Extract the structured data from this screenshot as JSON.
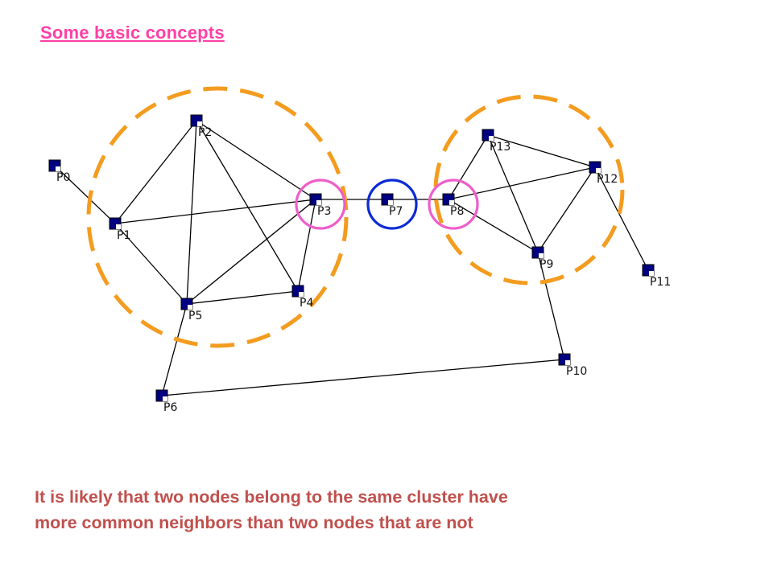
{
  "title": "Some basic concepts",
  "caption": {
    "line1": "It is likely that two nodes belong to the same cluster have",
    "line2": "more common neighbors than two nodes that are not"
  },
  "colors": {
    "title": "#ff3fa6",
    "caption": "#c0504d",
    "cluster_circle": "#f39c1f",
    "pink_highlight": "#ee5ec9",
    "blue_highlight": "#0c2bd4",
    "node_fill": "#000080",
    "edge": "#000000"
  },
  "nodes": [
    {
      "id": "P0",
      "label": "P0"
    },
    {
      "id": "P1",
      "label": "P1"
    },
    {
      "id": "P2",
      "label": "P2"
    },
    {
      "id": "P3",
      "label": "P3"
    },
    {
      "id": "P4",
      "label": "P4"
    },
    {
      "id": "P5",
      "label": "P5"
    },
    {
      "id": "P6",
      "label": "P6"
    },
    {
      "id": "P7",
      "label": "P7"
    },
    {
      "id": "P8",
      "label": "P8"
    },
    {
      "id": "P9",
      "label": "P9"
    },
    {
      "id": "P10",
      "label": "P10"
    },
    {
      "id": "P11",
      "label": "P11"
    },
    {
      "id": "P12",
      "label": "P12"
    },
    {
      "id": "P13",
      "label": "P13"
    }
  ],
  "edges": [
    [
      "P0",
      "P1"
    ],
    [
      "P1",
      "P2"
    ],
    [
      "P1",
      "P3"
    ],
    [
      "P1",
      "P5"
    ],
    [
      "P2",
      "P3"
    ],
    [
      "P2",
      "P4"
    ],
    [
      "P2",
      "P5"
    ],
    [
      "P3",
      "P4"
    ],
    [
      "P3",
      "P5"
    ],
    [
      "P3",
      "P7"
    ],
    [
      "P4",
      "P5"
    ],
    [
      "P5",
      "P6"
    ],
    [
      "P6",
      "P10"
    ],
    [
      "P7",
      "P8"
    ],
    [
      "P8",
      "P13"
    ],
    [
      "P8",
      "P12"
    ],
    [
      "P8",
      "P9"
    ],
    [
      "P13",
      "P12"
    ],
    [
      "P13",
      "P9"
    ],
    [
      "P12",
      "P9"
    ],
    [
      "P12",
      "P11"
    ],
    [
      "P9",
      "P10"
    ]
  ],
  "clusters": [
    {
      "name": "cluster-left"
    },
    {
      "name": "cluster-right"
    }
  ],
  "highlights": [
    {
      "node": "P3",
      "style": "pink"
    },
    {
      "node": "P7",
      "style": "blue"
    },
    {
      "node": "P8",
      "style": "pink"
    }
  ]
}
